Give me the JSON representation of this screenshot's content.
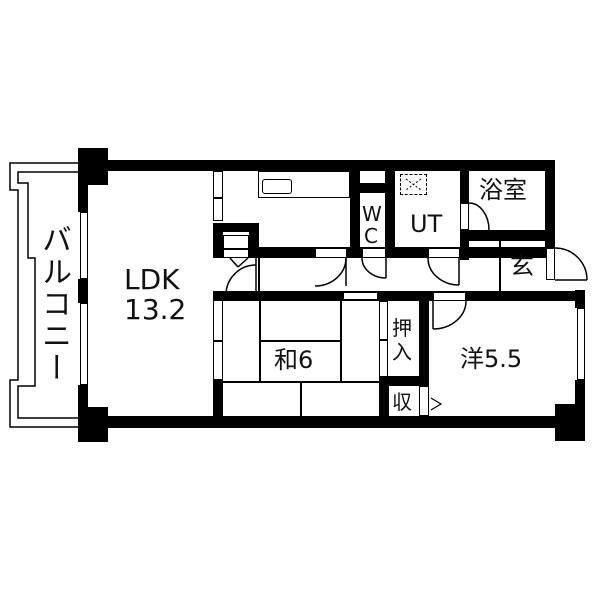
{
  "floorplan": {
    "rooms": {
      "balcony": {
        "label": "バルコニー"
      },
      "ldk": {
        "name": "LDK",
        "size": "13.2"
      },
      "wc": {
        "line1": "W",
        "line2": "C"
      },
      "ut": {
        "label": "UT"
      },
      "bath": {
        "label": "浴室"
      },
      "entrance": {
        "label": "玄"
      },
      "washitsu": {
        "label": "和6"
      },
      "oshiire": {
        "line1": "押",
        "line2": "入"
      },
      "storage": {
        "label": "収"
      },
      "western": {
        "label": "洋5.5"
      }
    },
    "colors": {
      "wall": "#000000",
      "background": "#ffffff"
    }
  }
}
